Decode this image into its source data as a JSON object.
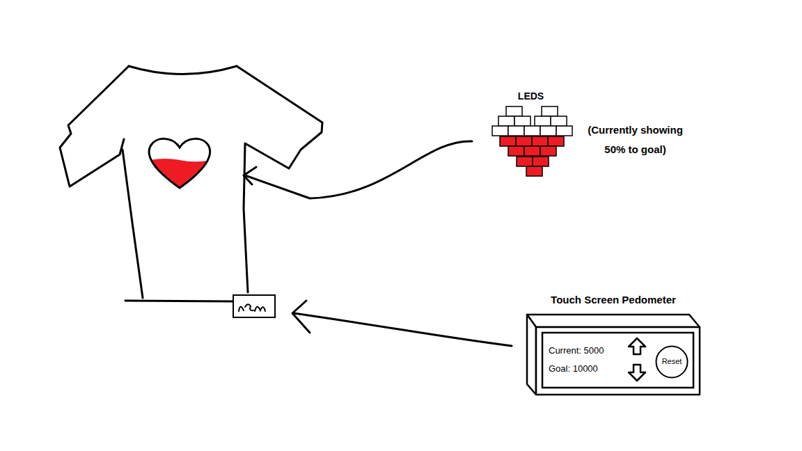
{
  "diagram": {
    "nodes": [
      {
        "text": [
          "LEDS"
        ]
      },
      {
        "text": [
          "Touch Screen Pedometer"
        ]
      },
      {
        "text": [
          "Current: 5000",
          "Goal: 10000"
        ],
        "in": 1
      },
      {
        "text": [
          "Reset"
        ],
        "in": 2
      }
    ],
    "labels": [
      "(Currently showing 50% to goal)"
    ]
  }
}
